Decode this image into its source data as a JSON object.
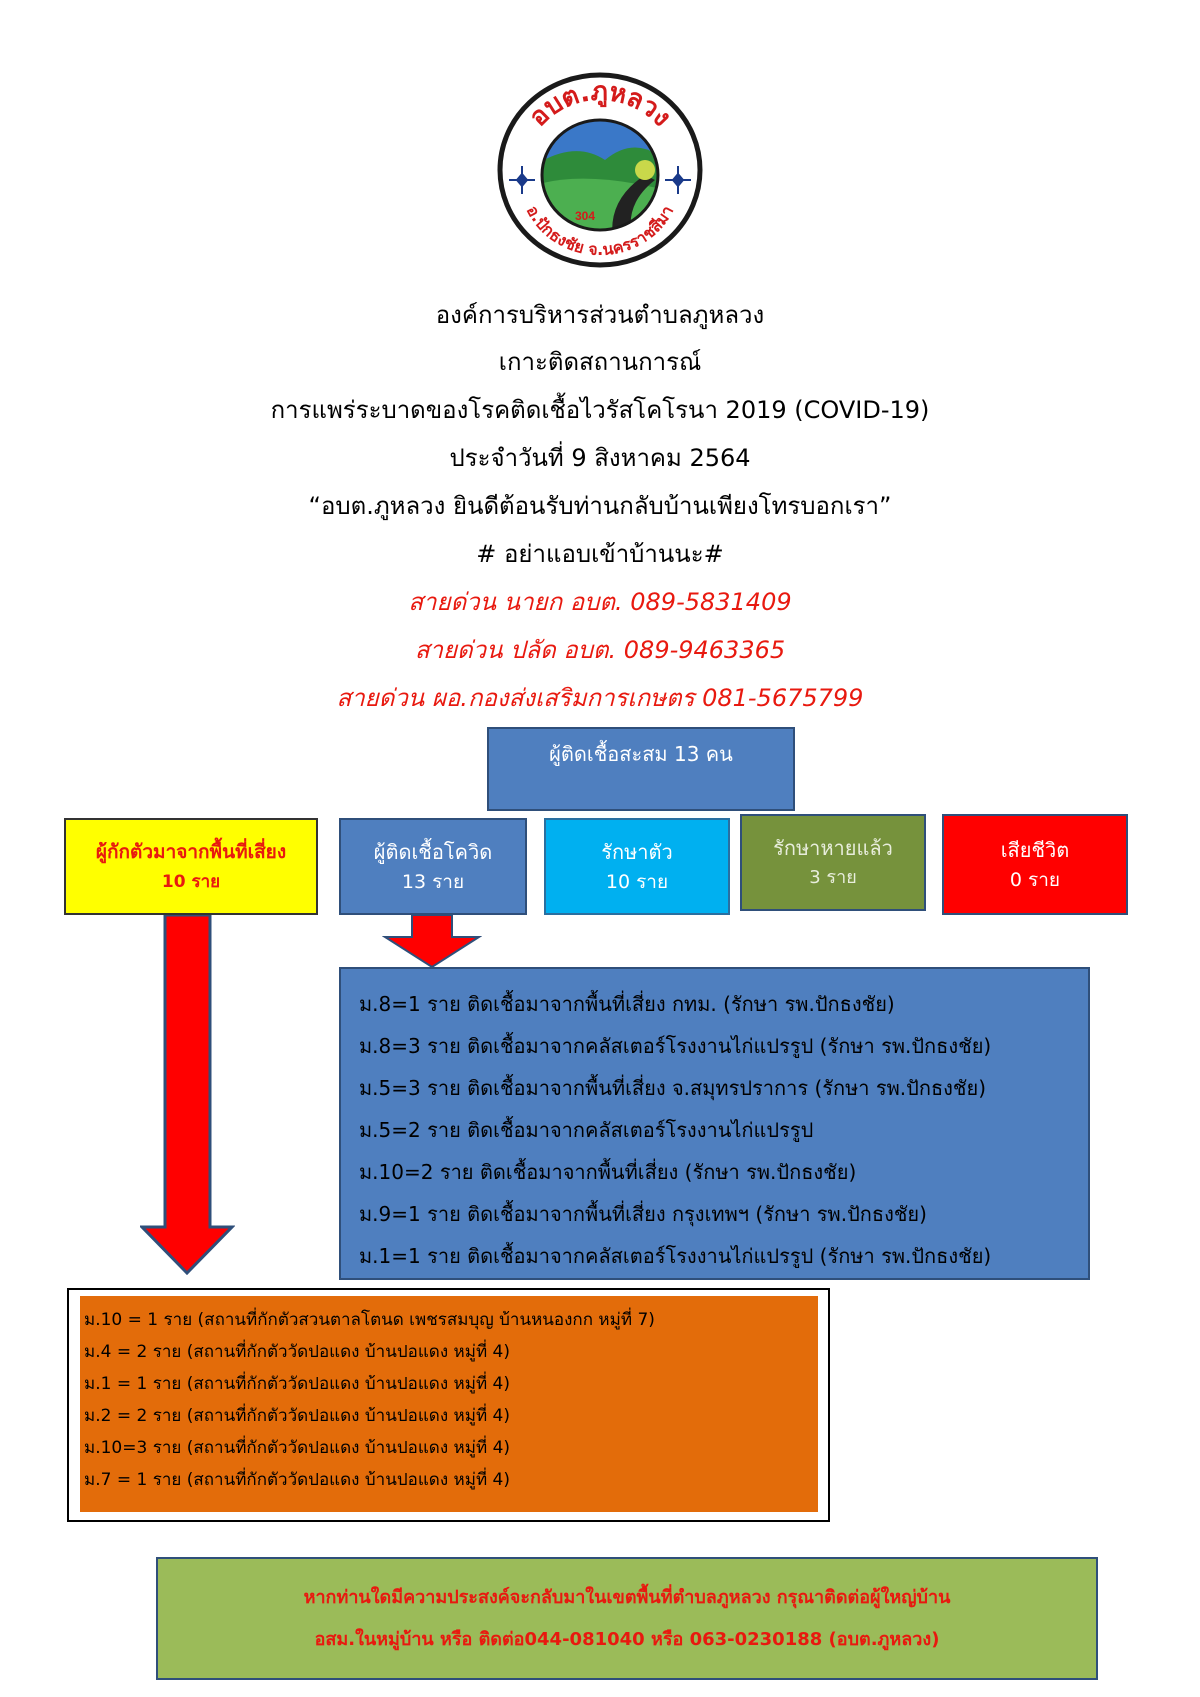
{
  "logo": {
    "arc_top": "อบต.ภูหลวง",
    "arc_bottom": "อ.ปักธงชัย จ.นครราชสีมา",
    "road_number": "304",
    "colors": {
      "ring": "#1a1a1a",
      "text": "#d41b1b",
      "sky": "#3a78c8",
      "hill": "#2e8b3a",
      "road": "#222222"
    }
  },
  "header": {
    "org": "องค์การบริหารส่วนตำบลภูหลวง",
    "line2": "เกาะติดสถานการณ์",
    "line3": "การแพร่ระบาดของโรคติดเชื้อไวรัสโคโรนา 2019 (COVID-19)",
    "date": "ประจำวันที่ 9 สิงหาคม 2564",
    "slogan": "“อบต.ภูหลวง ยินดีต้อนรับท่านกลับบ้านเพียงโทรบอกเรา”",
    "tagline": "# อย่าแอบเข้าบ้านนะ#"
  },
  "hotlines": [
    "สายด่วน นายก อบต. 089-5831409",
    "สายด่วน ปลัด อบต. 089-9463365",
    "สายด่วน ผอ.กองส่งเสริมการเกษตร 081-5675799"
  ],
  "total": {
    "label": "ผู้ติดเชื้อสะสม 13 คน"
  },
  "stats": {
    "quarantine": {
      "label": "ผู้กักตัวมาจากพื้นที่เสี่ยง",
      "value": "10 ราย",
      "color": "#ffff00"
    },
    "infected": {
      "label": "ผู้ติดเชื้อโควิด",
      "value": "13 ราย",
      "color": "#4f7fbf"
    },
    "treating": {
      "label": "รักษาตัว",
      "value": "10 ราย",
      "color": "#00b0f0"
    },
    "recovered": {
      "label": "รักษาหายแล้ว",
      "value": "3 ราย",
      "color": "#76923c"
    },
    "deaths": {
      "label": "เสียชีวิต",
      "value": "0 ราย",
      "color": "#ff0000"
    }
  },
  "infected_details": [
    "ม.8=1 ราย ติดเชื้อมาจากพื้นที่เสี่ยง กทม. (รักษา รพ.ปักธงชัย)",
    "ม.8=3 ราย ติดเชื้อมาจากคลัสเตอร์โรงงานไก่แปรรูป (รักษา รพ.ปักธงชัย)",
    "ม.5=3 ราย ติดเชื้อมาจากพื้นที่เสี่ยง จ.สมุทรปราการ (รักษา รพ.ปักธงชัย)",
    "ม.5=2 ราย ติดเชื้อมาจากคลัสเตอร์โรงงานไก่แปรรูป",
    "ม.10=2 ราย ติดเชื้อมาจากพื้นที่เสี่ยง (รักษา รพ.ปักธงชัย)",
    "ม.9=1 ราย ติดเชื้อมาจากพื้นที่เสี่ยง กรุงเทพฯ (รักษา รพ.ปักธงชัย)",
    "ม.1=1 ราย ติดเชื้อมาจากคลัสเตอร์โรงงานไก่แปรรูป (รักษา รพ.ปักธงชัย)"
  ],
  "quarantine_details": [
    "ม.10 = 1 ราย (สถานที่กักตัวสวนตาลโตนด เพชรสมบุญ บ้านหนองกก หมู่ที่ 7)",
    "ม.4 = 2 ราย (สถานที่กักตัววัดปอแดง บ้านปอแดง หมู่ที่ 4)",
    "ม.1 = 1 ราย (สถานที่กักตัววัดปอแดง บ้านปอแดง หมู่ที่ 4)",
    "ม.2 = 2 ราย (สถานที่กักตัววัดปอแดง บ้านปอแดง หมู่ที่ 4)",
    "ม.10=3 ราย (สถานที่กักตัววัดปอแดง บ้านปอแดง หมู่ที่ 4)",
    "ม.7 = 1 ราย (สถานที่กักตัววัดปอแดง บ้านปอแดง หมู่ที่ 4)"
  ],
  "footer": {
    "line1": "หากท่านใดมีความประสงค์จะกลับมาในเขตพื้นที่ตำบลภูหลวง กรุณาติดต่อผู้ใหญ่บ้าน",
    "line2": "อสม.ในหมู่บ้าน หรือ ติดต่อ044-081040 หรือ 063-0230188 (อบต.ภูหลวง)"
  }
}
